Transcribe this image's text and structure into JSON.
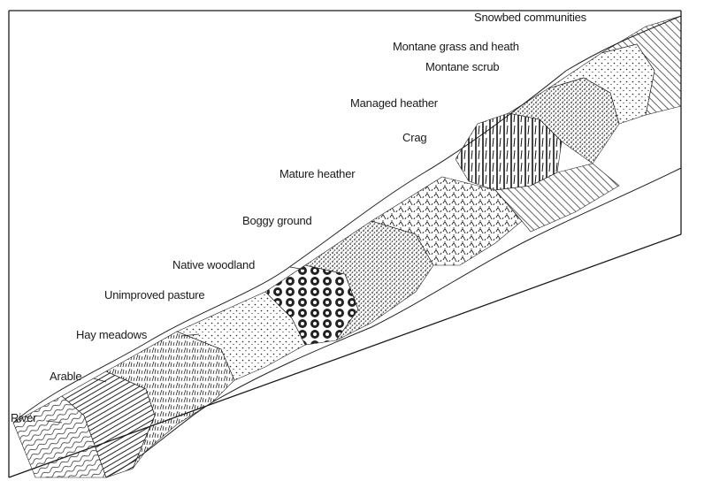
{
  "figure": {
    "frame_color": "#1a1a1a",
    "ink_color": "#222222",
    "zones": [
      {
        "key": "river",
        "label": "River"
      },
      {
        "key": "arable",
        "label": "Arable"
      },
      {
        "key": "hay_meadows",
        "label": "Hay meadows"
      },
      {
        "key": "unimproved_pasture",
        "label": "Unimproved pasture"
      },
      {
        "key": "native_woodland",
        "label": "Native woodland"
      },
      {
        "key": "boggy_ground",
        "label": "Boggy ground"
      },
      {
        "key": "mature_heather",
        "label": "Mature heather"
      },
      {
        "key": "crag",
        "label": "Crag"
      },
      {
        "key": "managed_heather",
        "label": "Managed heather"
      },
      {
        "key": "montane_scrub",
        "label": "Montane scrub"
      },
      {
        "key": "montane_grass_and_heath",
        "label": "Montane grass and heath"
      },
      {
        "key": "snowbed_communities",
        "label": "Snowbed communities"
      }
    ]
  }
}
